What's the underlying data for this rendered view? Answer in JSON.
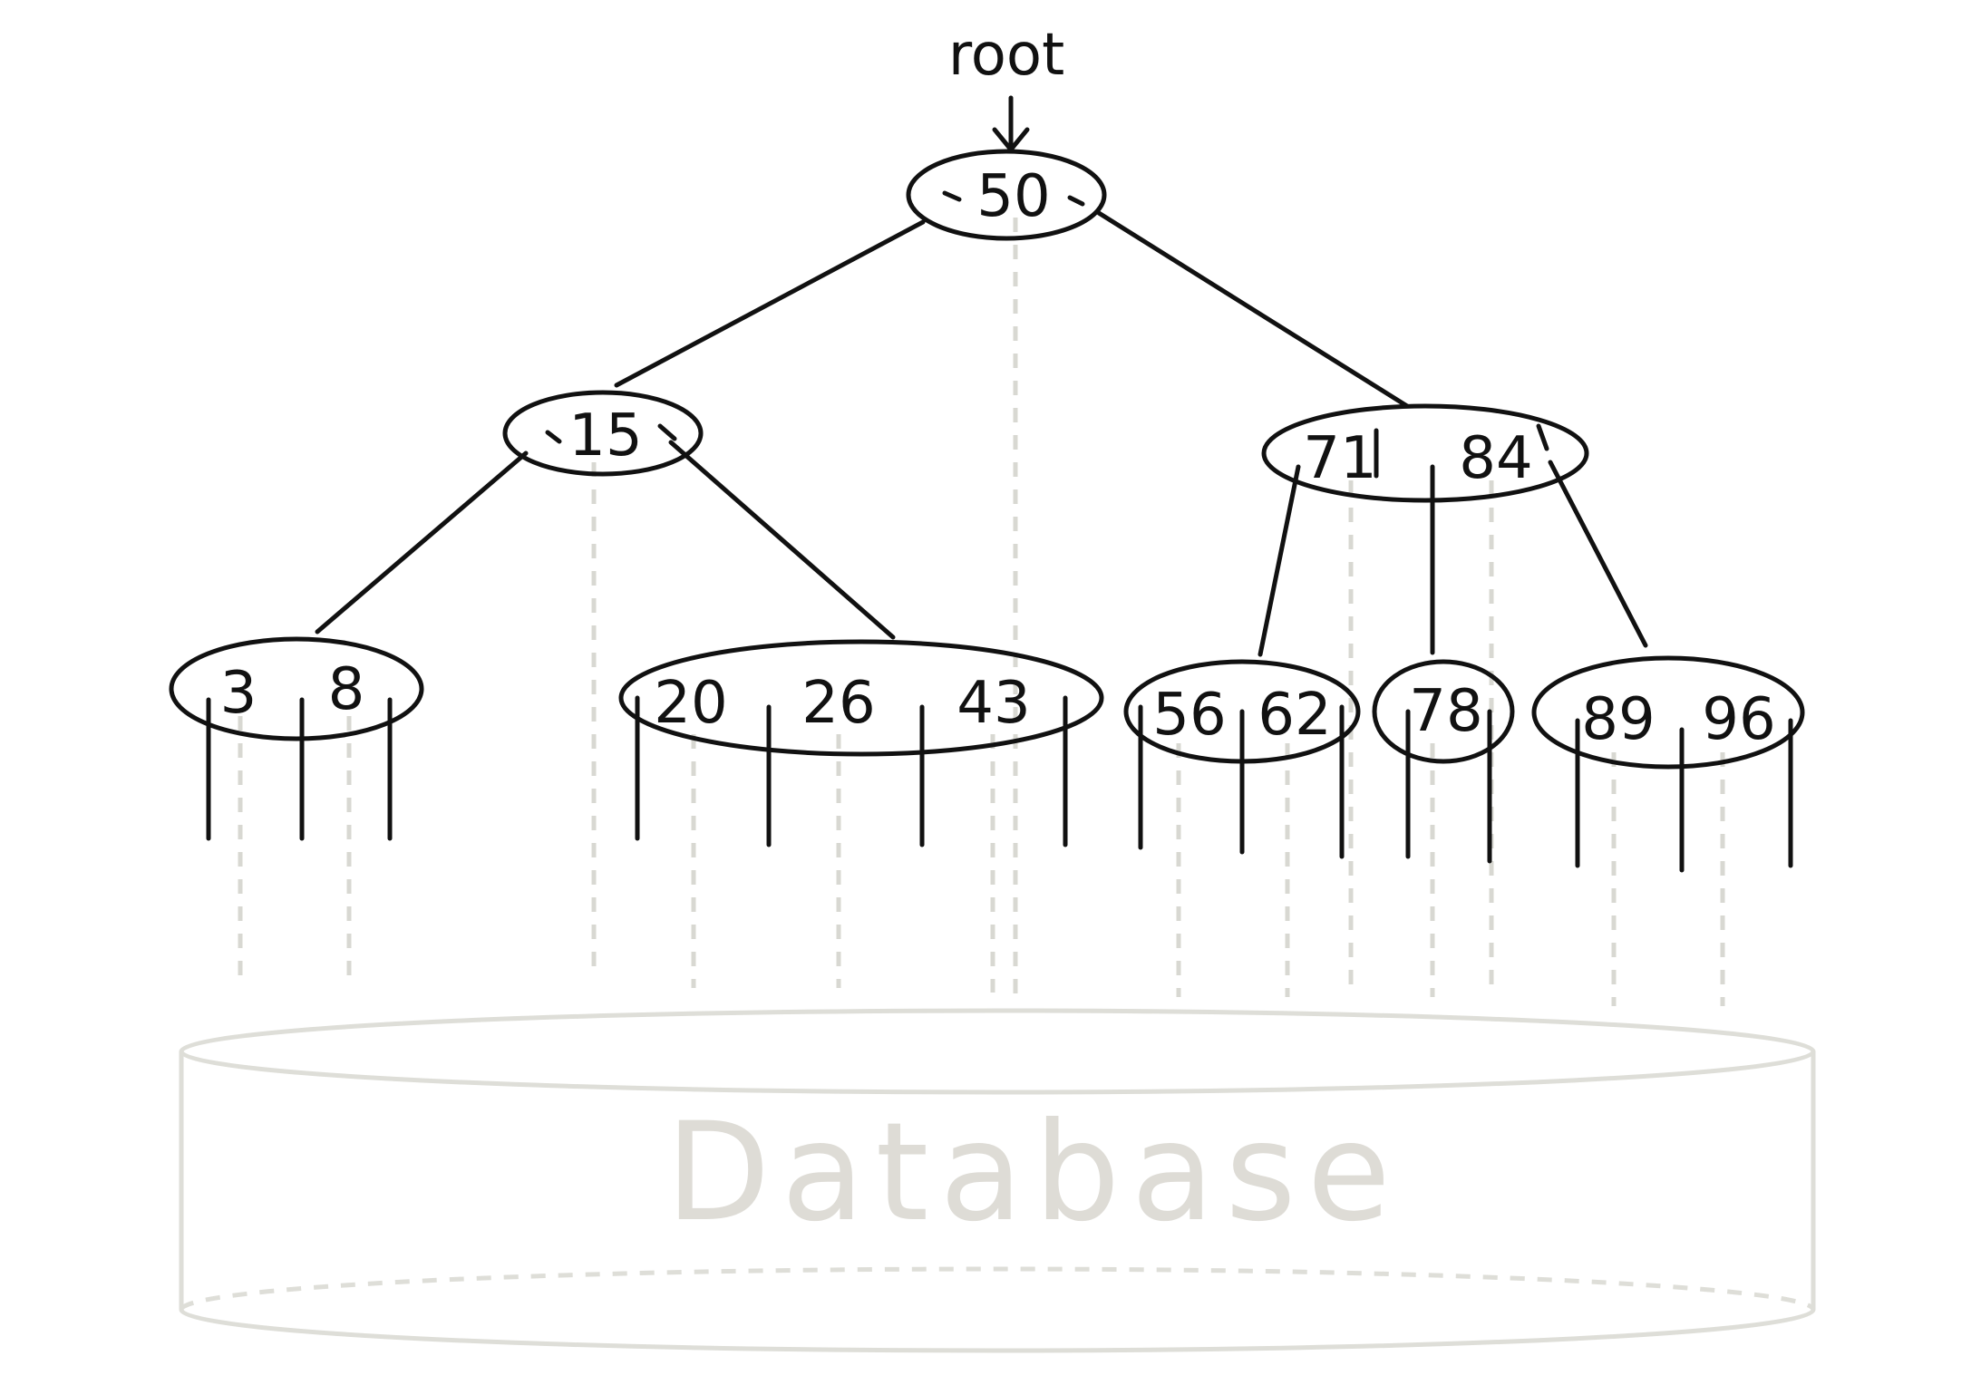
{
  "root_label": "root",
  "database_label": "Database",
  "nodes": {
    "root": [
      "50"
    ],
    "left": [
      "15"
    ],
    "right": [
      "71",
      "84"
    ],
    "leaf_a": [
      "3",
      "8"
    ],
    "leaf_b": [
      "20",
      "26",
      "43"
    ],
    "leaf_c": [
      "56",
      "62"
    ],
    "leaf_d": [
      "78"
    ],
    "leaf_e": [
      "89",
      "96"
    ]
  },
  "colors": {
    "ink": "#111111",
    "pointer": "#d8d8d2",
    "database": "#deded8"
  }
}
